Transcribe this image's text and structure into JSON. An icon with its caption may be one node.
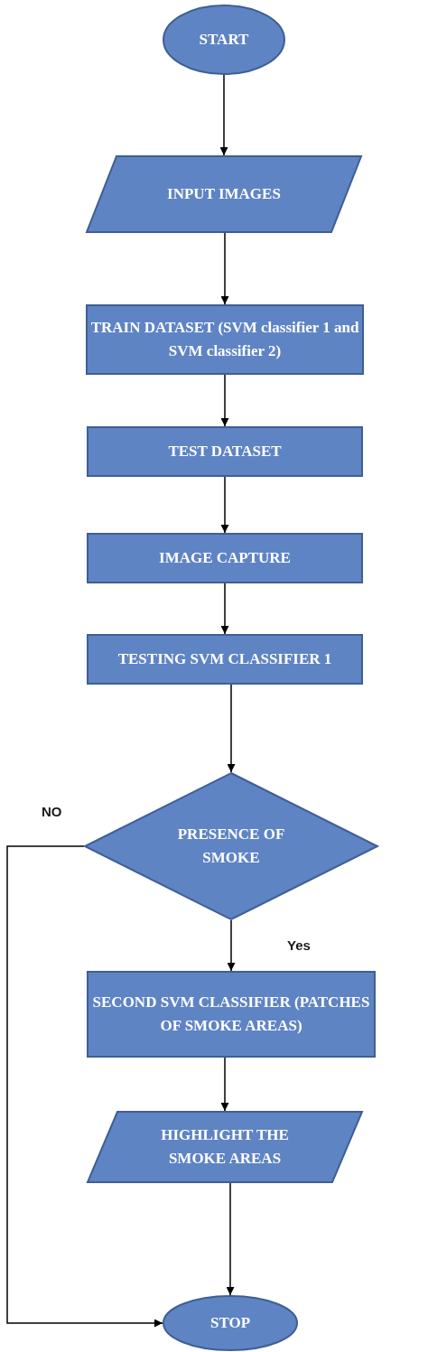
{
  "diagram": {
    "nodes": [
      {
        "text": [
          "START"
        ]
      },
      {
        "text": [
          "INPUT IMAGES"
        ]
      },
      {
        "text": [
          "TRAIN DATASET (SVM classifier 1 and SVM classifier 2)"
        ]
      },
      {
        "text": [
          "TEST DATASET"
        ]
      },
      {
        "text": [
          "IMAGE CAPTURE"
        ]
      },
      {
        "text": [
          "TESTING SVM CLASSIFIER 1"
        ]
      },
      {
        "text": [
          "PRESENCE OF SMOKE"
        ]
      },
      {
        "text": [
          "SECOND SVM CLASSIFIER (PATCHES OF SMOKE AREAS)"
        ]
      },
      {
        "text": [
          "HIGHLIGHT THE SMOKE AREAS"
        ]
      },
      {
        "text": [
          "STOP"
        ]
      }
    ],
    "edges": [
      {
        "from": 0,
        "to": 1,
        "arrow": "to"
      },
      {
        "from": 1,
        "to": 2,
        "arrow": "to"
      },
      {
        "from": 2,
        "to": 3,
        "arrow": "to"
      },
      {
        "from": 3,
        "to": 4,
        "arrow": "to"
      },
      {
        "from": 4,
        "to": 5,
        "arrow": "to"
      },
      {
        "from": 5,
        "to": 6,
        "arrow": "to"
      },
      {
        "from": 6,
        "to": 7,
        "arrow": "to",
        "label": "Yes"
      },
      {
        "from": 7,
        "to": 8,
        "arrow": "to"
      },
      {
        "from": 8,
        "to": 9,
        "arrow": "to"
      },
      {
        "from": 6,
        "to": 9,
        "arrow": "to",
        "label": "NO"
      }
    ]
  }
}
